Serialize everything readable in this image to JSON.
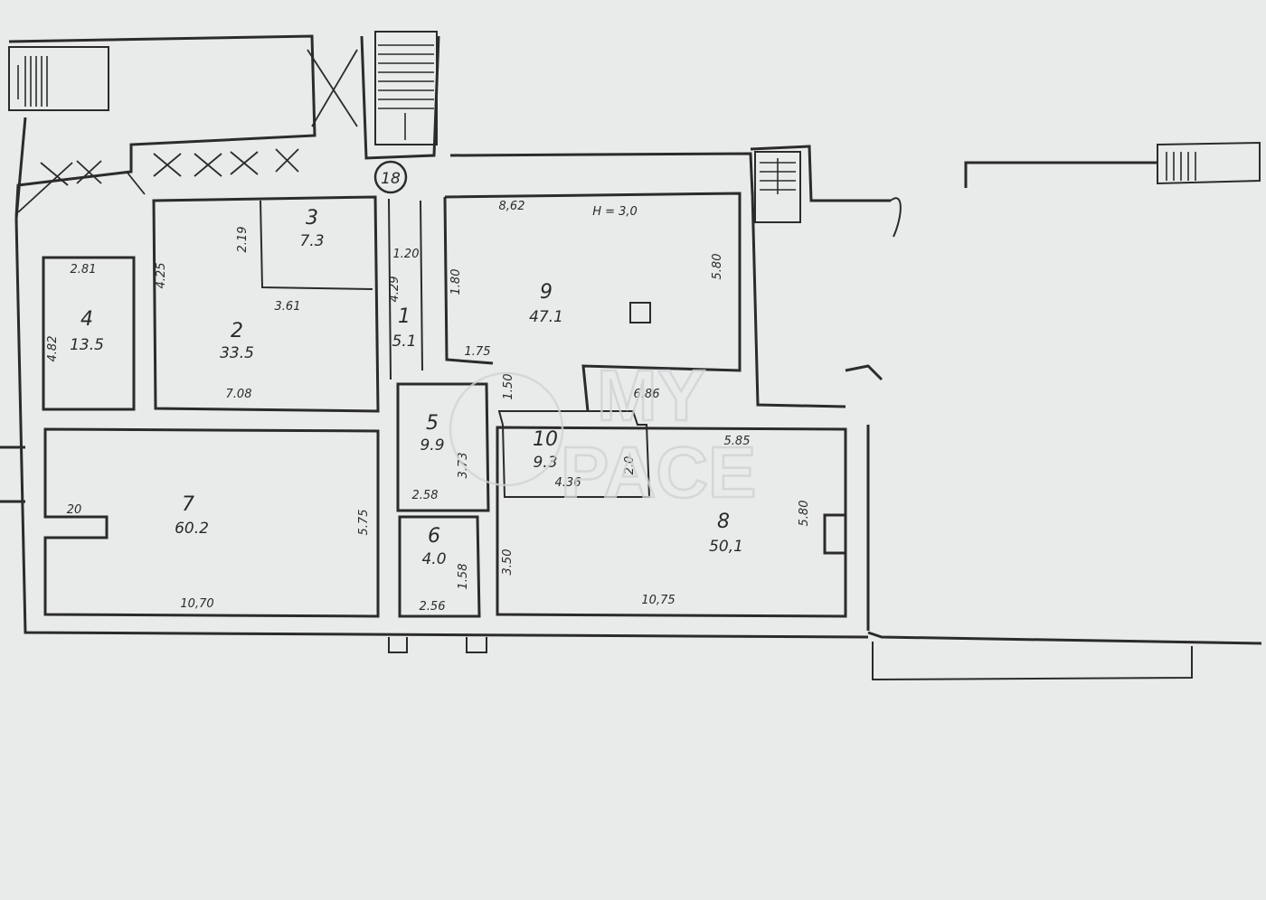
{
  "rooms": [
    {
      "id": "1",
      "number": "1",
      "area": "5.1"
    },
    {
      "id": "2",
      "number": "2",
      "area": "33.5"
    },
    {
      "id": "3",
      "number": "3",
      "area": "7.3"
    },
    {
      "id": "4",
      "number": "4",
      "area": "13.5"
    },
    {
      "id": "5",
      "number": "5",
      "area": "9.9"
    },
    {
      "id": "6",
      "number": "6",
      "area": "4.0"
    },
    {
      "id": "7",
      "number": "7",
      "area": "60.2"
    },
    {
      "id": "8",
      "number": "8",
      "area": "50,1"
    },
    {
      "id": "9",
      "number": "9",
      "area": "47.1"
    },
    {
      "id": "10",
      "number": "10",
      "area": "9.3"
    }
  ],
  "dimensions": {
    "d_281": "2.81",
    "d_425": "4.25",
    "d_482": "4.82",
    "d_219": "2.19",
    "d_361": "3.61",
    "d_708": "7.08",
    "d_120": "1.20",
    "d_429": "4.29",
    "d_862": "8,62",
    "d_180": "1.80",
    "d_175": "1.75",
    "d_580a": "5.80",
    "d_150": "1.50",
    "d_686": "6.86",
    "d_585": "5.85",
    "d_373": "3.73",
    "d_258": "2.58",
    "d_436": "4.36",
    "d_20a": "2.0",
    "d_575": "5.75",
    "d_20b": "20",
    "d_1070": "10,70",
    "d_350": "3.50",
    "d_158": "1.58",
    "d_256": "2.56",
    "d_1075": "10,75",
    "d_580b": "5.80"
  },
  "ceiling_height": "H = 3,0",
  "axis_marker": "18",
  "watermark": {
    "line1": "MY",
    "line2": "PACE"
  }
}
